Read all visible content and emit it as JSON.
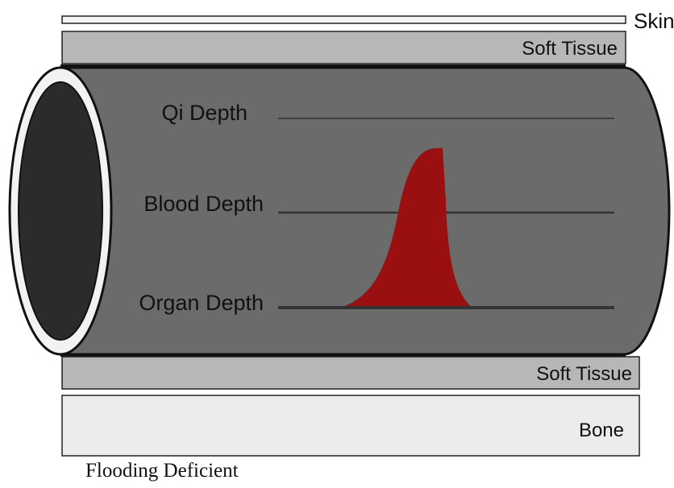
{
  "diagram": {
    "layers": {
      "skin": "Skin",
      "soft_tissue_top": "Soft Tissue",
      "soft_tissue_bottom": "Soft Tissue",
      "bone": "Bone"
    },
    "depths": {
      "qi": "Qi Depth",
      "blood": "Blood Depth",
      "organ": "Organ Depth"
    },
    "caption": "Flooding Deficient"
  },
  "colors": {
    "vessel": "#6b6b6b",
    "vessel_outline": "#111111",
    "lumen": "#2b2b2b",
    "pulse": "#9a1010",
    "soft_tissue": "#b7b7b7",
    "bone": "#ececec",
    "line": "#3a3a3a"
  }
}
